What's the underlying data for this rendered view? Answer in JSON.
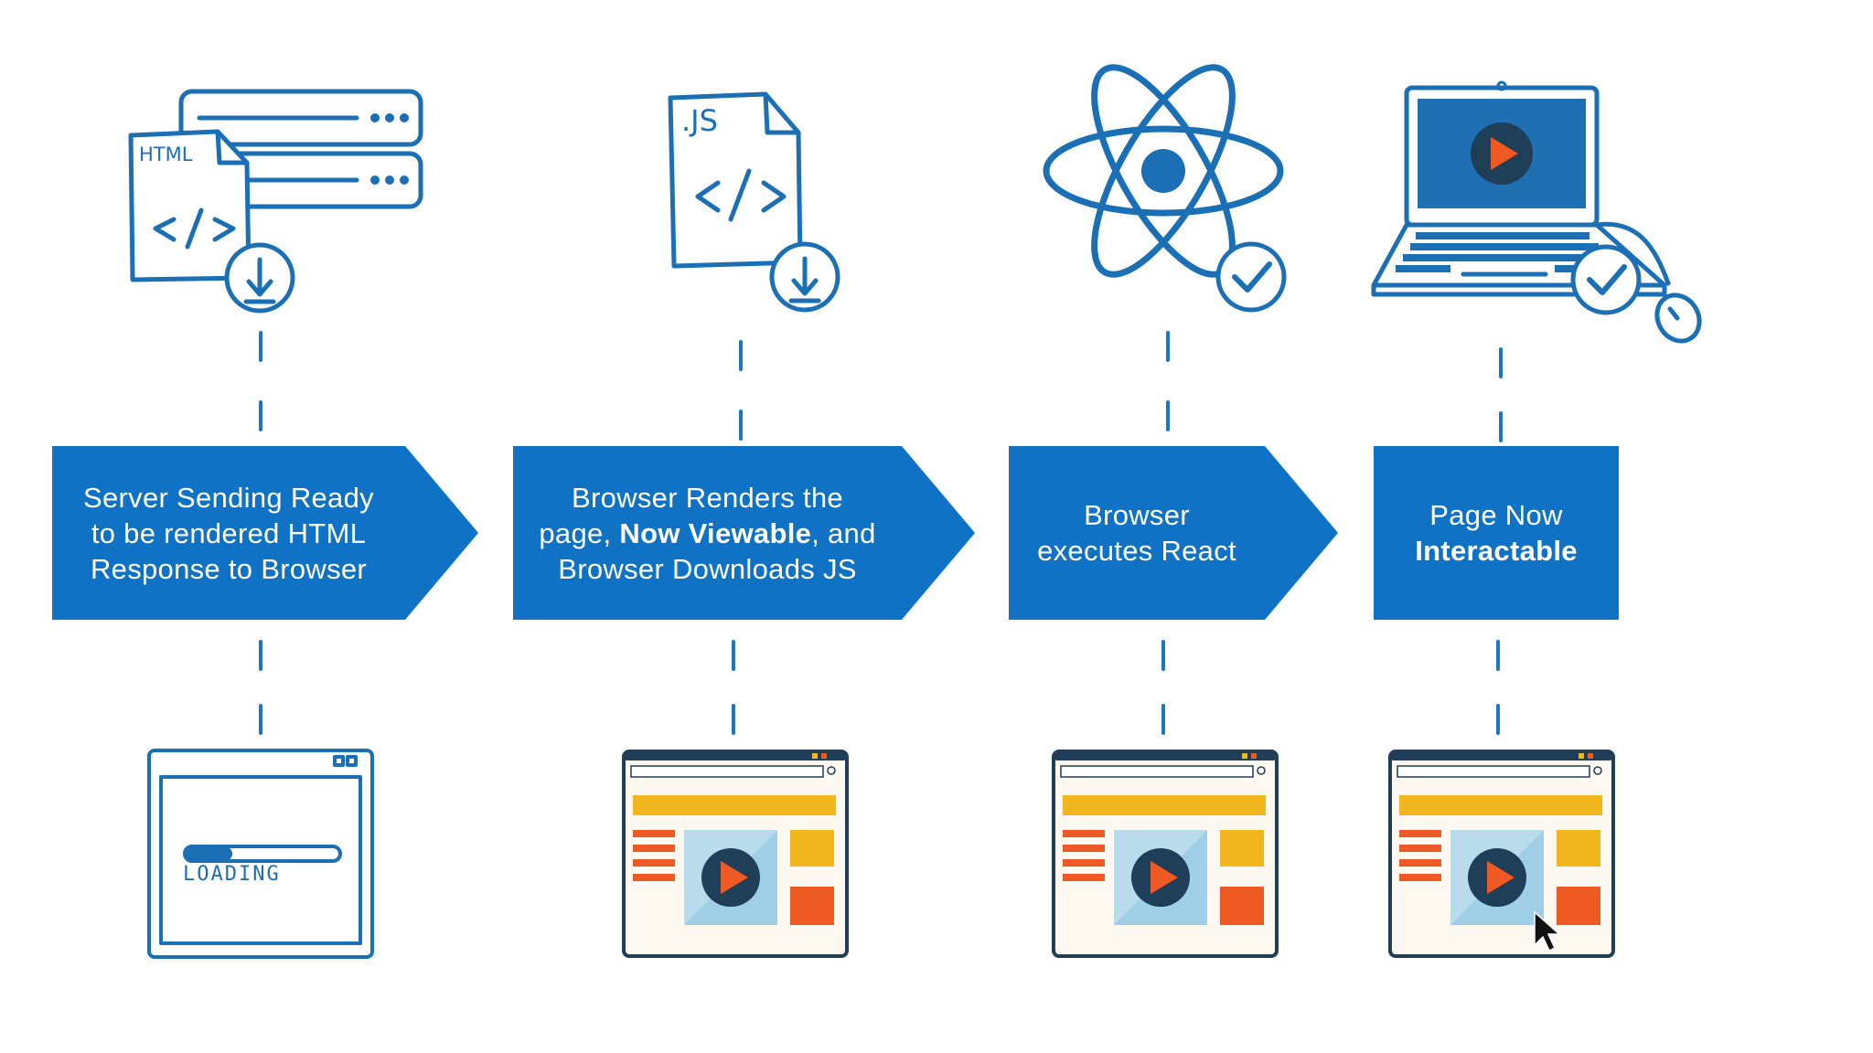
{
  "steps": [
    {
      "id": "server-sending",
      "lines": [
        "Server Sending Ready",
        "to be rendered HTML",
        "Response to Browser"
      ]
    },
    {
      "id": "browser-renders",
      "line1": "Browser Renders the",
      "line2_pre": "page, ",
      "line2_bold": "Now Viewable",
      "line2_post": ", and",
      "line3": "Browser Downloads JS"
    },
    {
      "id": "browser-executes",
      "lines": [
        "Browser",
        "executes React"
      ]
    },
    {
      "id": "page-interactable",
      "line1": "Page Now",
      "line2_bold": "Interactable"
    }
  ],
  "icons": {
    "html_doc_label": "HTML",
    "js_doc_label": ".JS",
    "loading_label": "LOADING"
  },
  "colors": {
    "step_blue": "#0f72c4",
    "line_blue": "#1a78c2",
    "browser_yellow": "#f2b71e",
    "browser_orange": "#ef5a24",
    "video_blue": "#9fcfe6",
    "play_dark": "#1f3e58"
  }
}
